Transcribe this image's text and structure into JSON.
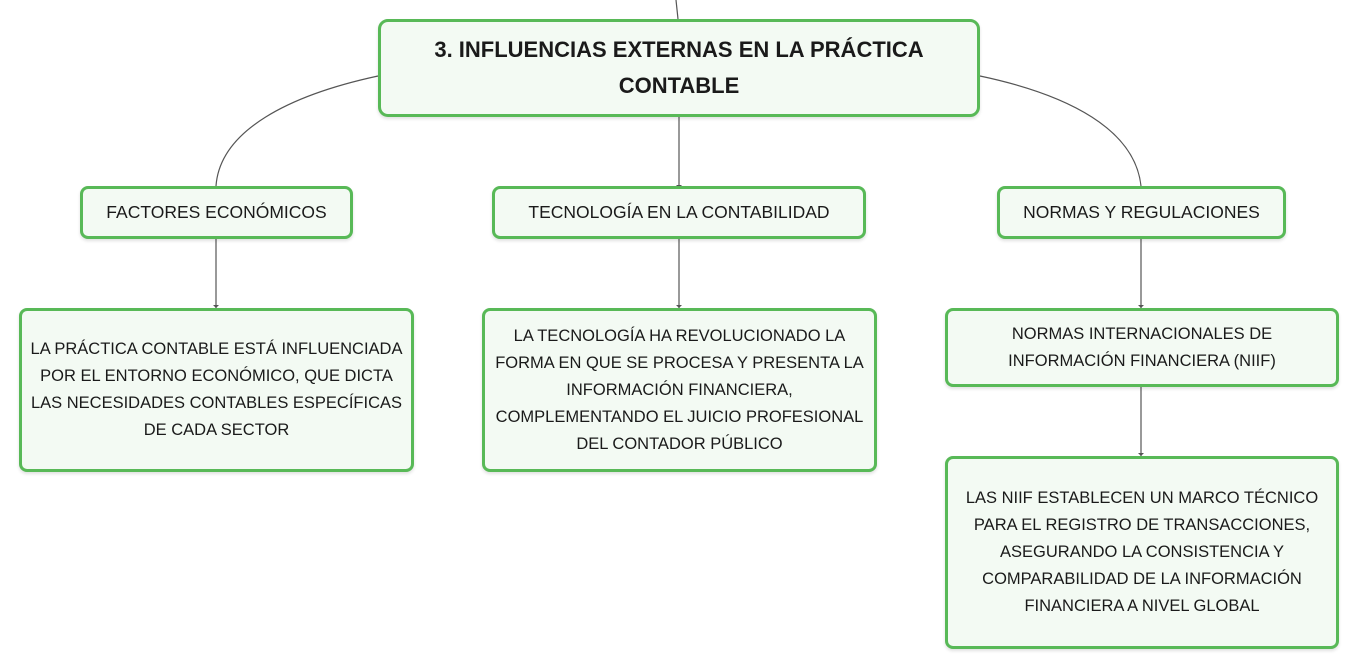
{
  "root": {
    "title": "3. INFLUENCIAS EXTERNAS EN LA PRÁCTICA CONTABLE"
  },
  "branches": {
    "factores": {
      "label": "FACTORES ECONÓMICOS",
      "detail": "LA PRÁCTICA CONTABLE ESTÁ INFLUENCIADA POR EL ENTORNO ECONÓMICO, QUE DICTA LAS NECESIDADES CONTABLES ESPECÍFICAS DE CADA SECTOR"
    },
    "tecnologia": {
      "label": "TECNOLOGÍA EN LA CONTABILIDAD",
      "detail": "LA TECNOLOGÍA HA REVOLUCIONADO LA FORMA EN QUE SE PROCESA Y PRESENTA LA INFORMACIÓN FINANCIERA, COMPLEMENTANDO EL JUICIO PROFESIONAL DEL CONTADOR PÚBLICO"
    },
    "normas": {
      "label": "NORMAS Y REGULACIONES",
      "sub": "NORMAS INTERNACIONALES DE INFORMACIÓN FINANCIERA (NIIF)",
      "detail": "LAS NIIF ESTABLECEN UN MARCO TÉCNICO PARA EL REGISTRO DE TRANSACCIONES, ASEGURANDO LA CONSISTENCIA Y COMPARABILIDAD DE LA INFORMACIÓN FINANCIERA A NIVEL GLOBAL"
    }
  },
  "colors": {
    "node_border": "#58b957",
    "node_fill": "#f3faf3",
    "connector": "#555555"
  }
}
